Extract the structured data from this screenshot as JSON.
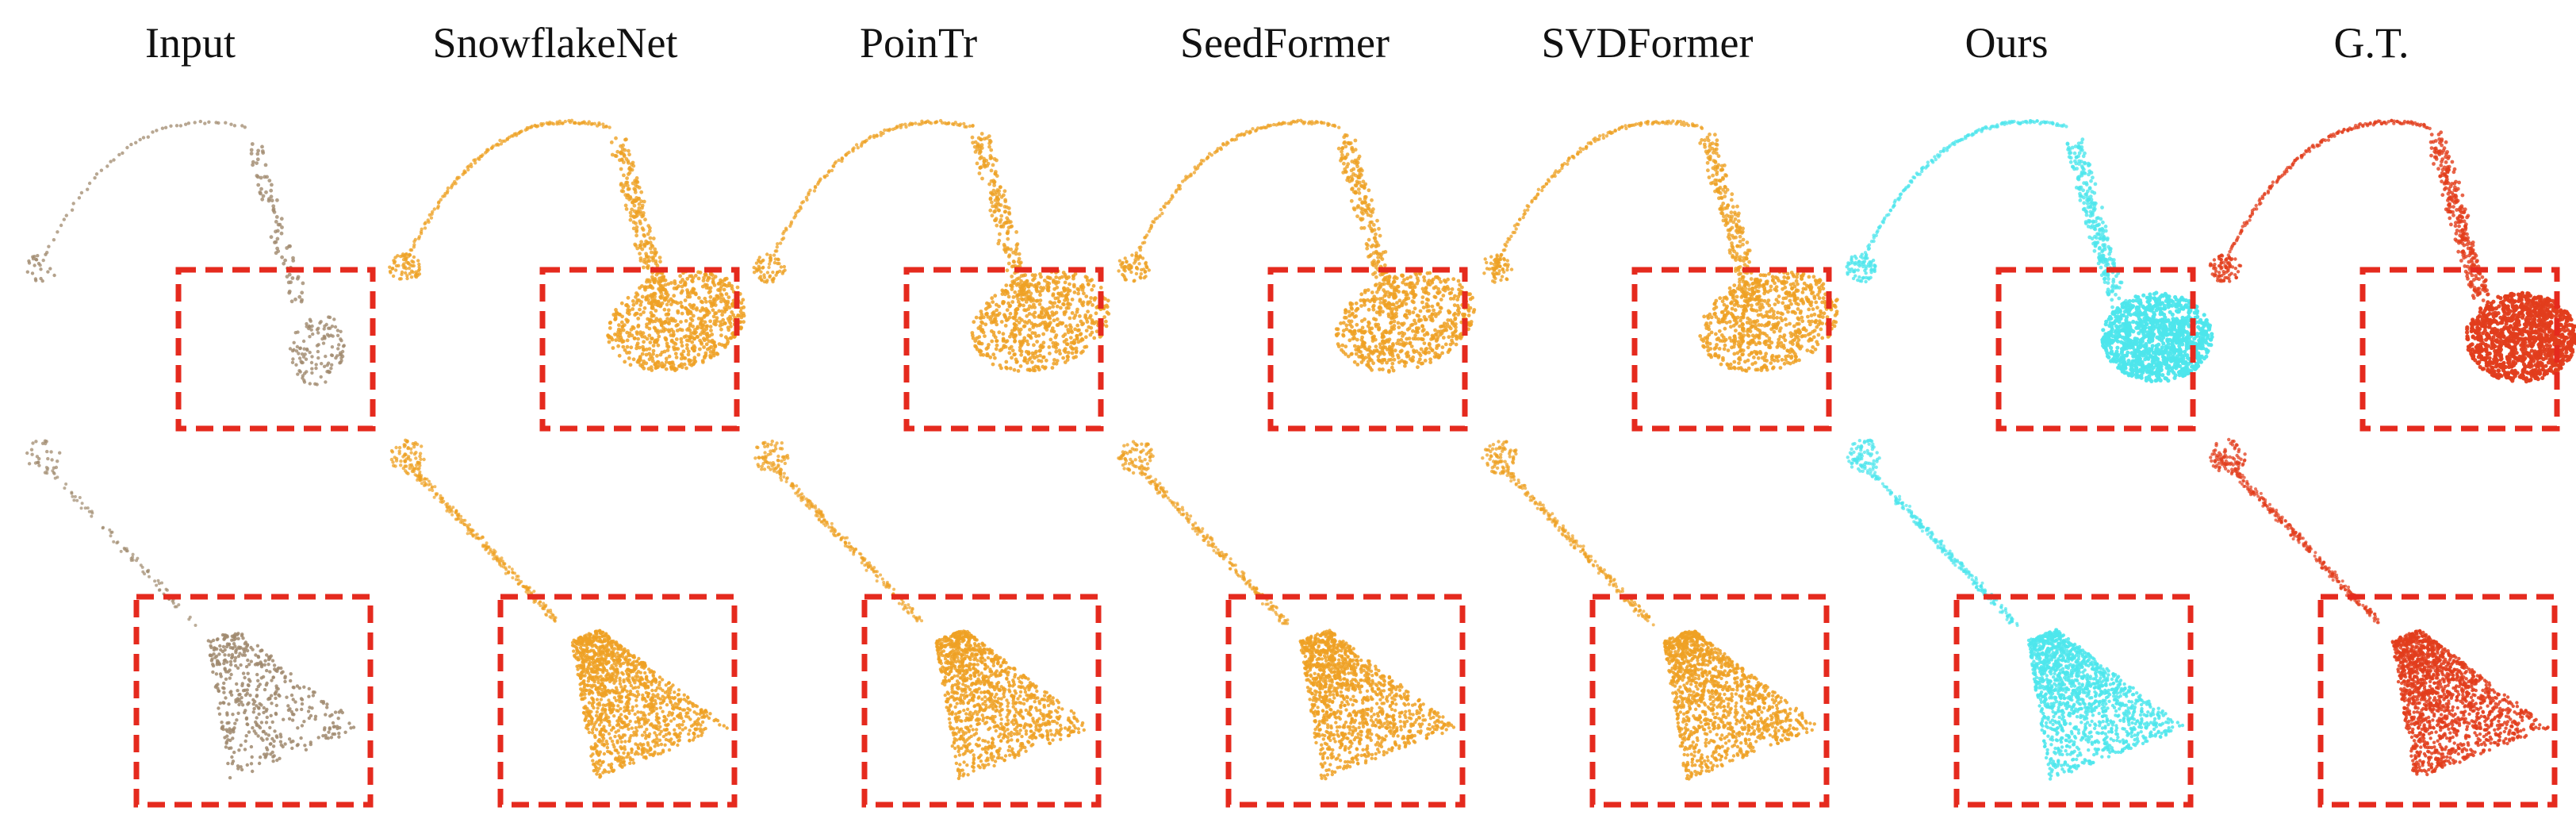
{
  "columns": [
    {
      "key": "input",
      "label": "Input",
      "color": "#a08a6e",
      "density": 0.35,
      "blob": "partial"
    },
    {
      "key": "snowflakenet",
      "label": "SnowflakeNet",
      "color": "#eea124",
      "density": 1.0,
      "blob": "scatter"
    },
    {
      "key": "pointr",
      "label": "PoinTr",
      "color": "#eea124",
      "density": 0.9,
      "blob": "scatter"
    },
    {
      "key": "seedformer",
      "label": "SeedFormer",
      "color": "#eea124",
      "density": 0.95,
      "blob": "scatter"
    },
    {
      "key": "svdformer",
      "label": "SVDFormer",
      "color": "#eea124",
      "density": 1.0,
      "blob": "scatter"
    },
    {
      "key": "ours",
      "label": "Ours",
      "color": "#4de6ec",
      "density": 1.1,
      "blob": "solid"
    },
    {
      "key": "gt",
      "label": "G.T.",
      "color": "#e23d1c",
      "density": 1.2,
      "blob": "solid"
    }
  ],
  "highlight_color": "#e52a1e",
  "rows": [
    {
      "key": "top-view",
      "object": "lamp"
    },
    {
      "key": "side-view",
      "object": "lamp"
    }
  ]
}
